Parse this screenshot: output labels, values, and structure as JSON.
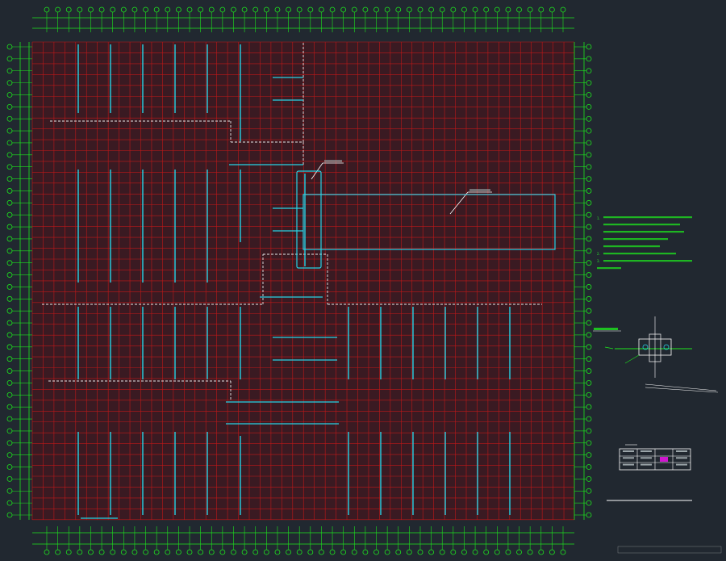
{
  "drawing": {
    "title": "",
    "scale_label": "",
    "stamp_label": "",
    "colors": {
      "background": "#212830",
      "grid": "#c01818",
      "frame": "#1ee61e",
      "pipe": "#27d3e6",
      "wall": "#e8e8e8",
      "text": "#ffffff"
    },
    "notes": [
      "1.",
      "2.",
      "3."
    ],
    "legend_rows": 3,
    "axis_bubble_count_top": 48,
    "axis_bubble_count_side": 40
  }
}
